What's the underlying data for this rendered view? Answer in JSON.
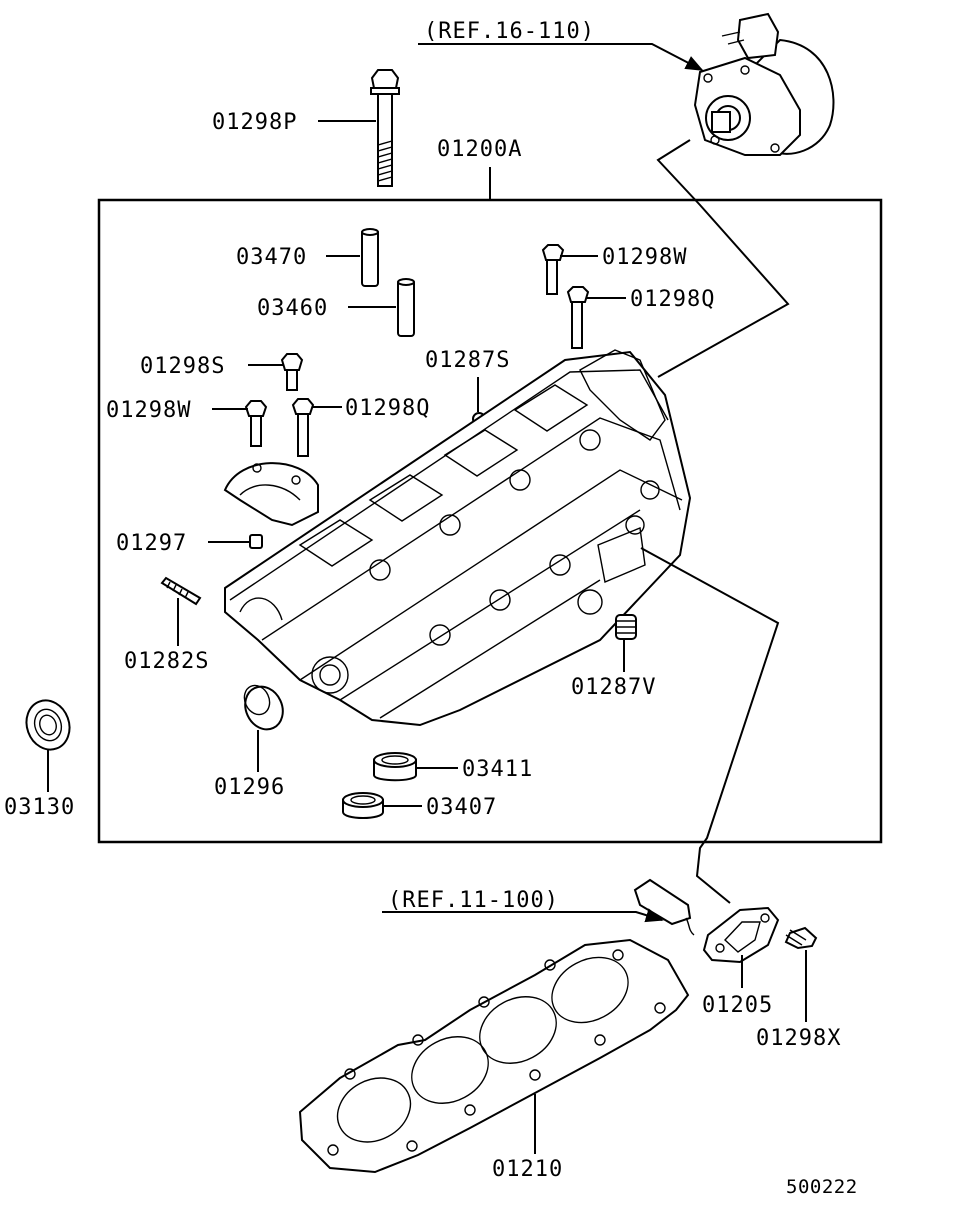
{
  "diagram_code": "500222",
  "references": {
    "top": "(REF.16-110)",
    "bottom": "(REF.11-100)"
  },
  "parts": {
    "p01298P": "01298P",
    "p01200A": "01200A",
    "p03470": "03470",
    "p03460": "03460",
    "p01298W_top": "01298W",
    "p01298Q_top": "01298Q",
    "p01298S": "01298S",
    "p01287S": "01287S",
    "p01298W_left": "01298W",
    "p01298Q_left": "01298Q",
    "p01297": "01297",
    "p01282S": "01282S",
    "p01287V": "01287V",
    "p01296": "01296",
    "p03411": "03411",
    "p03407": "03407",
    "p03130": "03130",
    "p01205": "01205",
    "p01298X": "01298X",
    "p01210": "01210"
  }
}
